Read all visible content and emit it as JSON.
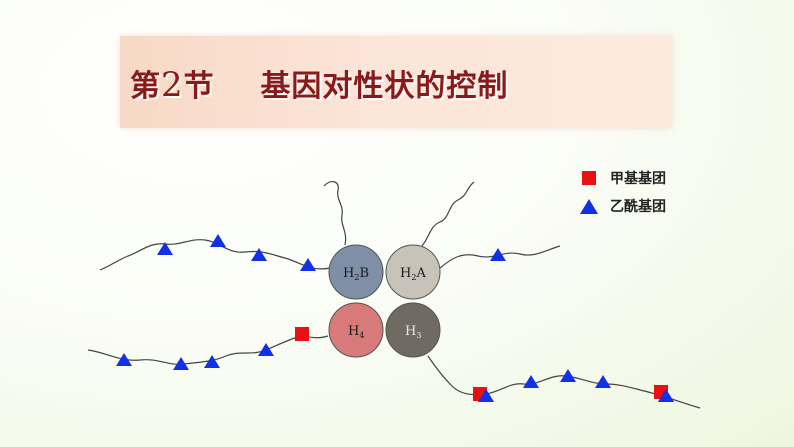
{
  "title": {
    "prefix": "第",
    "number": "2",
    "suffix": "节",
    "gap": "    ",
    "text": "基因对性状的控制"
  },
  "legend": {
    "methyl": "甲基基团",
    "acetyl": "乙酰基团"
  },
  "histones": [
    {
      "letter": "H",
      "subscript": "2",
      "tail": "B",
      "color": "#7e8fa6"
    },
    {
      "letter": "H",
      "subscript": "2",
      "tail": "A",
      "color": "#c8c3b8"
    },
    {
      "letter": "H",
      "subscript": "4",
      "tail": "",
      "color": "#d77a79"
    },
    {
      "letter": "H",
      "subscript": "3",
      "tail": "",
      "color": "#6f6b62"
    }
  ],
  "colors": {
    "methyl": "#e81010",
    "acetyl": "#1230e6",
    "title": "#8a1a1a"
  }
}
